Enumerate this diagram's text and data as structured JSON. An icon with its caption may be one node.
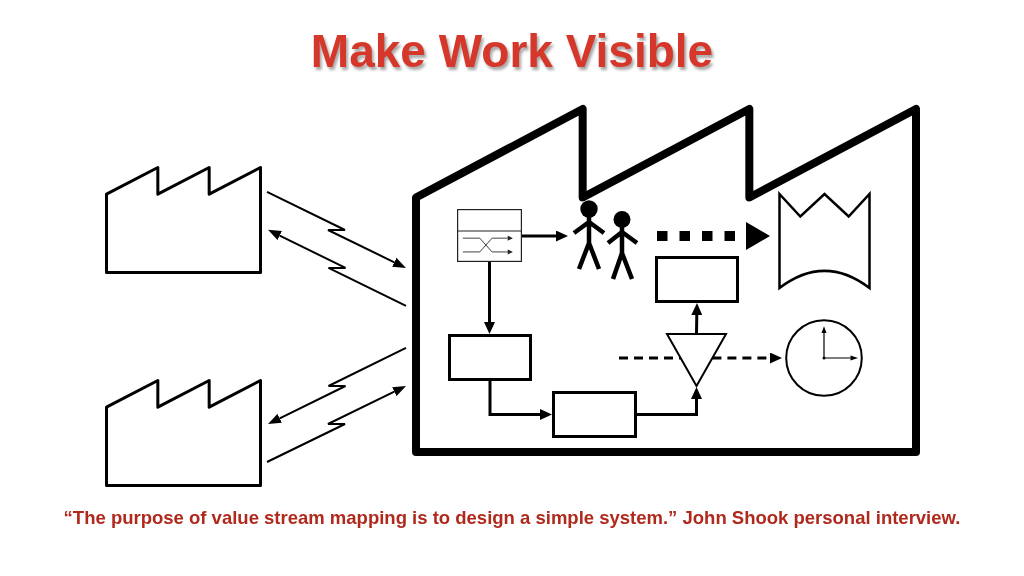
{
  "diagram": {
    "title": "Make Work Visible",
    "caption": "“The purpose of value stream mapping is to design a simple system.” John Shook personal interview.",
    "nodes": [
      {
        "text": [],
        "shape": "factory"
      },
      {
        "text": [],
        "shape": "factory"
      },
      {
        "text": [],
        "shape": "factory"
      },
      {
        "text": [],
        "shape": "picture",
        "in": 2
      },
      {
        "text": [],
        "shape": "people",
        "in": 2
      },
      {
        "text": [],
        "shape": "box",
        "in": 2
      },
      {
        "text": [],
        "shape": "box",
        "in": 2
      },
      {
        "text": [],
        "shape": "box",
        "in": 2
      },
      {
        "text": [],
        "shape": "triangle",
        "in": 2
      },
      {
        "text": [],
        "shape": "banner",
        "in": 2
      },
      {
        "text": [],
        "shape": "clock",
        "in": 2
      }
    ],
    "edges": [
      {
        "from": 0,
        "to": 2,
        "arrow": "to"
      },
      {
        "from": 2,
        "to": 0,
        "arrow": "to"
      },
      {
        "from": 2,
        "to": 1,
        "arrow": "to"
      },
      {
        "from": 1,
        "to": 2,
        "arrow": "to"
      },
      {
        "from": 3,
        "to": 4,
        "arrow": "to"
      },
      {
        "from": 3,
        "to": 5,
        "arrow": "to"
      },
      {
        "from": 5,
        "to": 6,
        "arrow": "to"
      },
      {
        "from": 6,
        "to": 8,
        "arrow": "to"
      },
      {
        "from": 8,
        "to": 7,
        "arrow": "to"
      },
      {
        "from": 4,
        "to": 9,
        "arrow": "to",
        "style": "dashed"
      },
      {
        "from": null,
        "to": 8,
        "arrow": "none",
        "style": "dashed"
      },
      {
        "from": 8,
        "to": 10,
        "arrow": "to",
        "style": "dashed"
      }
    ]
  }
}
